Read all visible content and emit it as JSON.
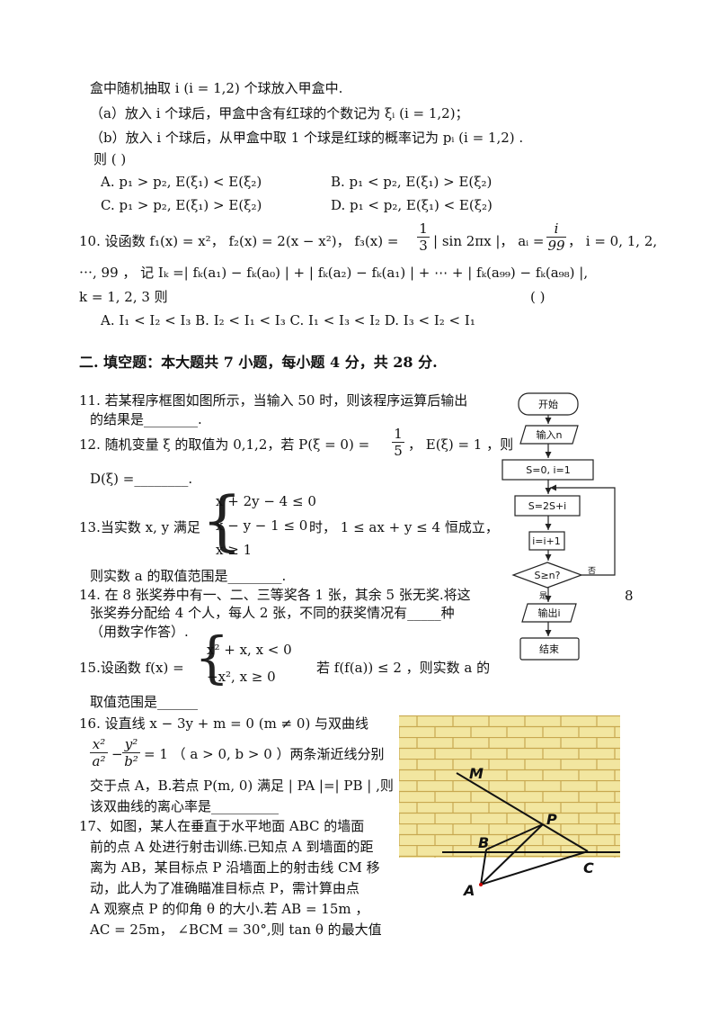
{
  "lines": {
    "l1": "盒中随机抽取 i (i = 1,2) 个球放入甲盒中.",
    "l2": "（a）放入 i  个球后，甲盒中含有红球的个数记为 ξᵢ (i = 1,2)；",
    "l3": "（b）放入 i 个球后，从甲盒中取 1 个球是红球的概率记为 pᵢ (i = 1,2) .",
    "l4": "则  (    )",
    "q9A": "A. p₁ > p₂, E(ξ₁) < E(ξ₂)",
    "q9B": "B.  p₁ < p₂, E(ξ₁) > E(ξ₂)",
    "q9C": "C.  p₁ > p₂, E(ξ₁) > E(ξ₂)",
    "q9D": "D.  p₁ < p₂, E(ξ₁) < E(ξ₂)",
    "q10a": "10.  设函数 f₁(x) = x²，  f₂(x) = 2(x − x²)，  f₃(x) =",
    "q10a_frac_num": "1",
    "q10a_frac_den": "3",
    "q10a_tail": "| sin 2πx |，  aᵢ =",
    "q10a_frac2_num": "i",
    "q10a_frac2_den": "99",
    "q10a_end": "，  i = 0, 1, 2,",
    "q10b": "⋯, 99    ，  记  Iₖ =| fₖ(a₁) − fₖ(a₀) | + | fₖ(a₂) − fₖ(a₁) | + ⋯ + | fₖ(a₉₉) − fₖ(a₉₈) |,",
    "q10c": "k = 1, 2, 3    则",
    "q10c_paren": "(        )",
    "q10d": "A. I₁ < I₂ < I₃     B.  I₂ < I₁ < I₃      C.  I₁ < I₃ < I₂      D.  I₃ < I₂ < I₁",
    "sec2": "二. 填空题：本大题共 7 小题，每小题 4 分，共 28 分.",
    "q11a": "11.  若某程序框图如图所示，当输入 50 时，则该程序运算后输出",
    "q11b": "的结果是________.",
    "q12a": "12. 随机变量 ξ 的取值为 0,1,2，若 P(ξ = 0) =",
    "q12_num": "1",
    "q12_den": "5",
    "q12a_tail": "，  E(ξ) = 1 ，则",
    "q12b": "D(ξ) =________.",
    "q13_pre": "13.当实数 x, y 满足",
    "q13_s1": "x + 2y − 4 ≤ 0",
    "q13_s2": "x − y − 1 ≤ 0",
    "q13_s3": "x ≥ 1",
    "q13_post": "时，  1 ≤ ax + y ≤ 4 恒成立，",
    "q13b": "则实数 a 的取值范围是________.",
    "q14a": "14.  在 8 张奖券中有一、二、三等奖各 1 张，其余 5 张无奖.将这",
    "q14b": "张奖券分配给 4 个人，每人 2 张，不同的获奖情况有_____种",
    "q14c": "（用数字作答）.",
    "q15_pre": "15.设函数 f(x) =",
    "q15_s1": "x² + x,  x < 0",
    "q15_s2": "−x²,      x ≥ 0",
    "q15_post": "若 f(f(a)) ≤ 2 ，则实数 a 的",
    "q15b": "取值范围是______",
    "q16a": "16. 设直线  x − 3y + m = 0 (m ≠ 0)  与双曲线",
    "q16b_frac1_num": "x²",
    "q16b_frac1_den": "a²",
    "q16b_minus": "−",
    "q16b_frac2_num": "y²",
    "q16b_frac2_den": "b²",
    "q16b_tail": "= 1 （ a > 0, b > 0 ）两条渐近线分别",
    "q16c": "交于点 A，B.若点 P(m, 0) 满足 | PA |=| PB | ,则",
    "q16d": "该双曲线的离心率是__________",
    "q17a": "17、如图，某人在垂直于水平地面 ABC 的墙面",
    "q17b": "前的点 A 处进行射击训练.已知点 A 到墙面的距",
    "q17c": "离为 AB，某目标点 P 沿墙面上的射击线 CM 移",
    "q17d": "动，此人为了准确瞄准目标点 P，需计算由点",
    "q17e": "A 观察点 P 的仰角 θ 的大小.若 AB = 15m  ，",
    "q17f": "AC = 25m， ∠BCM = 30°,则 tan θ 的最大值",
    "page_mark": "8"
  },
  "flowchart": {
    "start": "开始",
    "input": "输入n",
    "init": "S=0,  i=1",
    "step1": "S=2S+i",
    "step2": "i=i+1",
    "cond": "S≥n?",
    "no": "否",
    "yes": "是",
    "output": "输出i",
    "end": "结束"
  },
  "wall_figure": {
    "labels": {
      "M": "M",
      "P": "P",
      "B": "B",
      "C": "C",
      "A": "A"
    }
  }
}
